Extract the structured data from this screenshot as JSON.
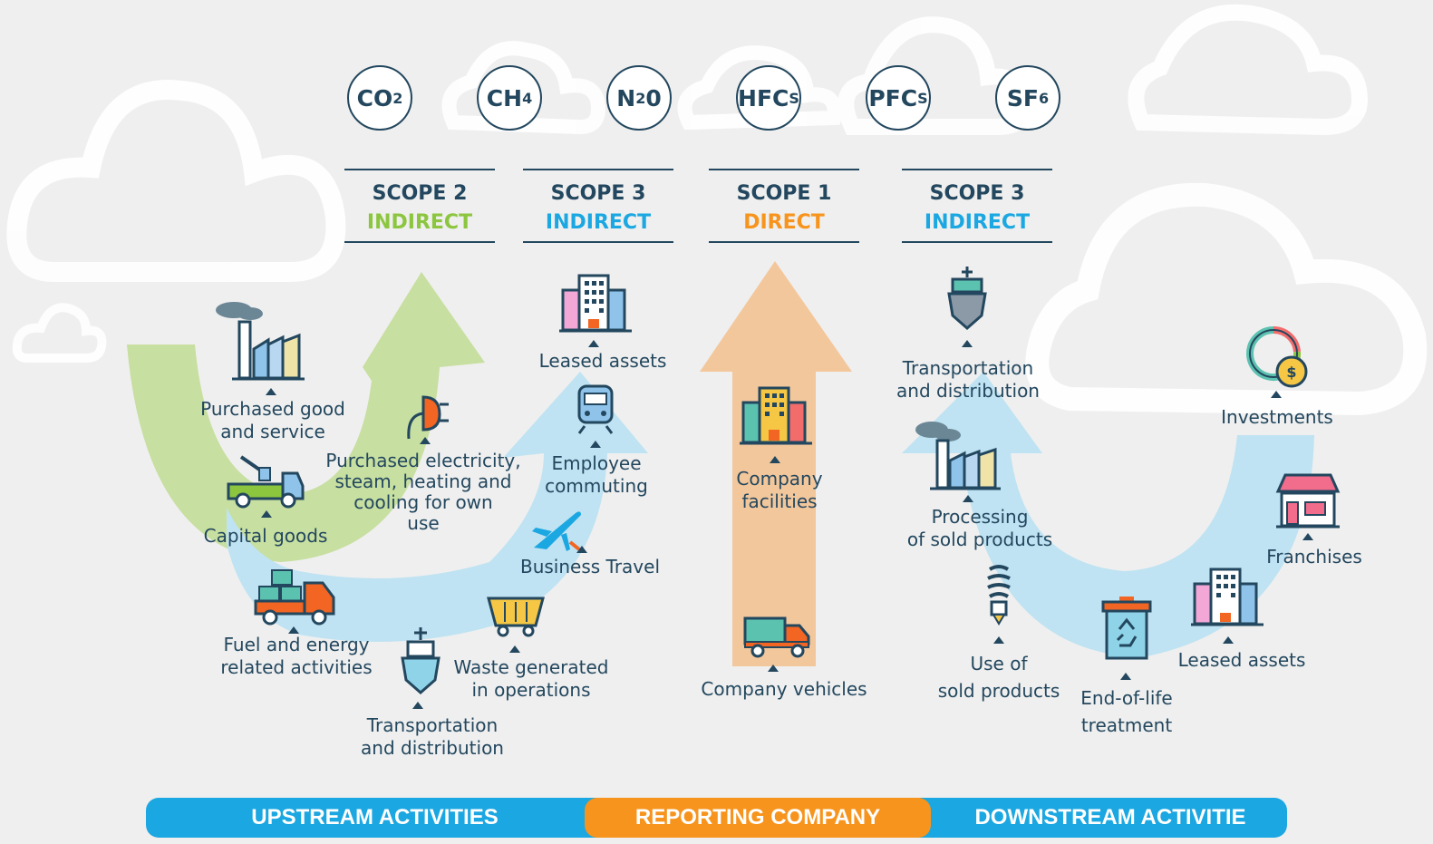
{
  "gases": [
    {
      "base": "CO",
      "sub": "2",
      "icon": "co2-gas-circle"
    },
    {
      "base": "CH",
      "sub": "4",
      "icon": "ch4-gas-circle"
    },
    {
      "base": "N",
      "sub": "2",
      "tail": "0",
      "icon": "n2o-gas-circle"
    },
    {
      "base": "HFC",
      "sub": "S",
      "icon": "hfcs-gas-circle"
    },
    {
      "base": "PFC",
      "sub": "S",
      "icon": "pfcs-gas-circle"
    },
    {
      "base": "SF",
      "sub": "6",
      "icon": "sf6-gas-circle"
    }
  ],
  "scopes": [
    {
      "title": "SCOPE 2",
      "subtitle": "INDIRECT",
      "color": "#8cc63f"
    },
    {
      "title": "SCOPE 3",
      "subtitle": "INDIRECT",
      "color": "#1ba7e1"
    },
    {
      "title": "SCOPE 1",
      "subtitle": "DIRECT",
      "color": "#f7941d"
    },
    {
      "title": "SCOPE 3",
      "subtitle": "INDIRECT",
      "color": "#1ba7e1"
    }
  ],
  "labels": {
    "purchased_goods": [
      "Purchased good",
      "and service"
    ],
    "purchased_electricity": [
      "Purchased electricity,",
      "steam, heating and",
      "cooling for own",
      "use"
    ],
    "capital_goods": [
      "Capital goods"
    ],
    "fuel_energy": [
      "Fuel and energy",
      "related activities"
    ],
    "transport_up": [
      "Transportation",
      "and distribution"
    ],
    "waste": [
      "Waste generated",
      "in operations"
    ],
    "business_travel": [
      "Business Travel"
    ],
    "employee_commuting": [
      "Employee",
      "commuting"
    ],
    "leased_up": [
      "Leased assets"
    ],
    "company_facilities": [
      "Company",
      "facilities"
    ],
    "company_vehicles": [
      "Company vehicles"
    ],
    "transport_down": [
      "Transportation",
      "and distribution"
    ],
    "processing": [
      "Processing",
      "of sold products"
    ],
    "use_sold": [
      "Use of",
      "sold products"
    ],
    "end_of_life": [
      "End-of-life",
      "treatment"
    ],
    "leased_down": [
      "Leased assets"
    ],
    "franchises": [
      "Franchises"
    ],
    "investments": [
      "Investments"
    ]
  },
  "bars": {
    "upstream": "UPSTREAM ACTIVITIES",
    "reporting": "REPORTING COMPANY",
    "downstream": "DOWNSTREAM ACTIVITIE"
  },
  "colors": {
    "navy": "#23475e",
    "green": "#8cc63f",
    "blue": "#1ba7e1",
    "orange": "#f7941d",
    "arrow_green": "#c7dfa0",
    "arrow_blue": "#bfe3f2",
    "arrow_orange": "#f3c79c"
  }
}
